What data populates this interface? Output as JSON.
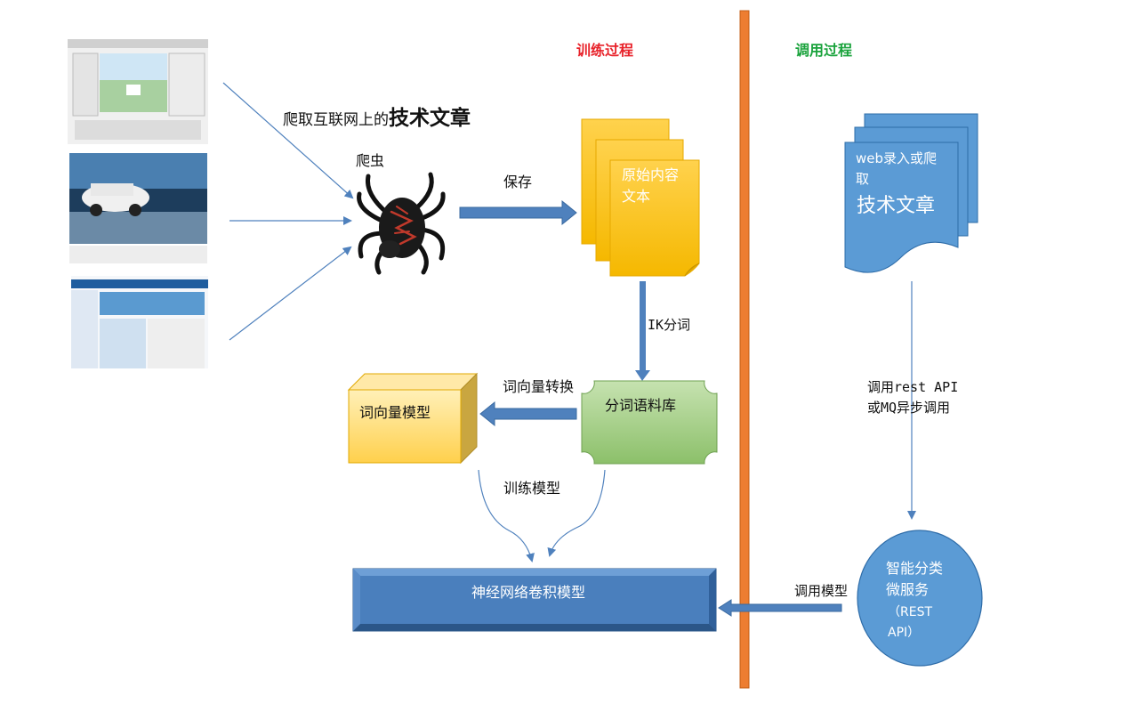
{
  "headings": {
    "training": "训练过程",
    "calling": "调用过程",
    "training_color": "#e8222a",
    "calling_color": "#1aa33c"
  },
  "crawl": {
    "caption_prefix": "爬取互联网上的",
    "caption_emphasis": "技术文章",
    "spider_label": "爬虫"
  },
  "save_label": "保存",
  "raw_text": {
    "line1": "原始内容",
    "line2": "文本"
  },
  "ik_label": "IK分词",
  "corpus_label": "分词语料库",
  "w2v_label": "词向量转换",
  "word_vector_model": "词向量模型",
  "train_label": "训练模型",
  "cnn_model": "神经网络卷积模型",
  "call_model_label": "调用模型",
  "web_doc": {
    "line1": "web录入或爬",
    "line2": "取",
    "line3": "技术文章"
  },
  "rest_label": {
    "line1": "调用rest API",
    "line2": "或MQ异步调用"
  },
  "service": {
    "line1": "智能分类",
    "line2": "微服务",
    "line3": "（REST",
    "line4": "API）"
  },
  "colors": {
    "arrow_blue": "#4f81bd",
    "divider_orange": "#ed7d31",
    "doc_yellow": "#ffc000",
    "corpus_green": "#9bc97d",
    "cube_yellow": "#ffd966",
    "doc_blue": "#5b9bd5"
  }
}
